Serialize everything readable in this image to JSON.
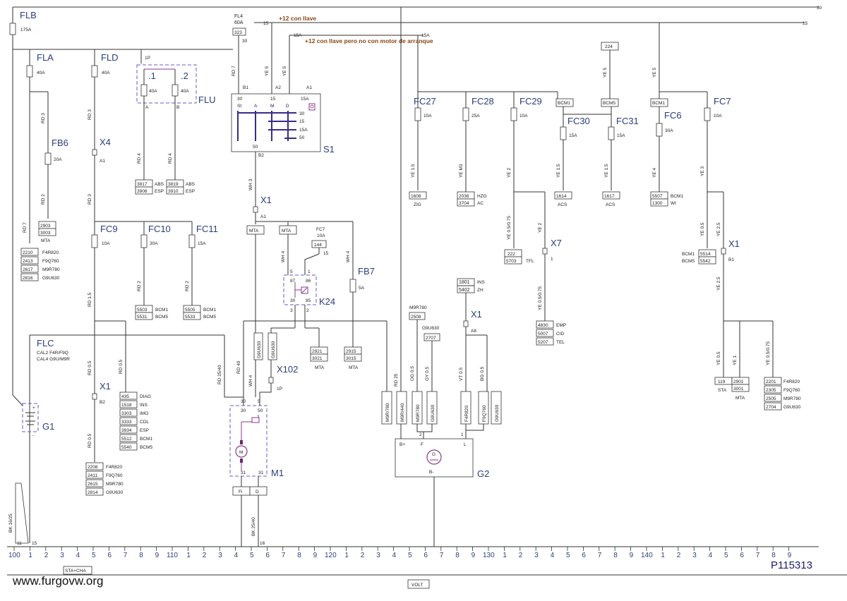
{
  "diagram_id": "P115313",
  "website": "www.furgovw.org",
  "bottom_tags": {
    "left": "STA+CHA",
    "center": "VOLT"
  },
  "rails": {
    "r30": "30",
    "r15": "15",
    "r15_left": "15",
    "r15a_left": "15A",
    "r15a_right": "15A"
  },
  "notes": {
    "n12_key": "+12 con llave",
    "n12_key_no_start": "+12 con llave pero no con motor de arranque"
  },
  "fuses": {
    "flb": {
      "name": "FLB",
      "rating": "175A"
    },
    "fla": {
      "name": "FLA",
      "rating": "40A"
    },
    "fld": {
      "name": "FLD",
      "rating": "40A"
    },
    "flu": {
      "name": "FLU",
      "f1": ".1",
      "f2": ".2",
      "r1": "40A",
      "r2": "40A",
      "a": "A",
      "b": "B",
      "pin": "1P"
    },
    "fl4": {
      "name": "FL4",
      "rating": "60A",
      "box": "323",
      "pin": "30"
    },
    "fb6": {
      "name": "FB6",
      "rating": "20A"
    },
    "fc9": {
      "name": "FC9",
      "rating": "10A"
    },
    "fc10": {
      "name": "FC10",
      "rating": "30A"
    },
    "fc11": {
      "name": "FC11",
      "rating": "15A"
    },
    "fc7_small": {
      "name": "FC7",
      "rating": "10A",
      "box": "144",
      "pin": "15"
    },
    "fb7": {
      "name": "FB7",
      "rating": "5A"
    },
    "fc27": {
      "name": "FC27",
      "rating": "10A"
    },
    "fc28": {
      "name": "FC28",
      "rating": "25A"
    },
    "fc29": {
      "name": "FC29",
      "rating": "10A"
    },
    "fc30": {
      "name": "FC30",
      "rating": "15A"
    },
    "fc31": {
      "name": "FC31",
      "rating": "15A"
    },
    "fc6": {
      "name": "FC6",
      "rating": "30A"
    },
    "fc7": {
      "name": "FC7",
      "rating": "10A"
    },
    "flc": {
      "name": "FLC",
      "l1": "CAL2  F4R/F9Q",
      "l2": "CAL4  G9U/M9R"
    }
  },
  "wires": {
    "rd7a": "RD 7",
    "rd3a": "RD 3",
    "rd2a": "RD 2",
    "rd3b": "RD 3",
    "rd3c": "RD 3",
    "rd4a": "RD 4",
    "rd4b": "RD 4",
    "rd7b": "RD 7",
    "ye5a": "YE 5",
    "ye5b": "YE 5",
    "wh3": "WH 3",
    "rd15": "RD 1.5",
    "rd2b": "RD 2",
    "rd2c": "RD 2",
    "rd05a": "RD 0.5",
    "rd05b": "RD 0.5",
    "rd05c": "RD 0.5",
    "rd2540": "RD 25/40",
    "rd40": "RD 40",
    "wh4a": "WH 4",
    "wh4b": "WH 4",
    "wh4c": "WH 4",
    "bk2540": "BK 25/40",
    "bk1625": "BK 16/25",
    "rd25": "RD 25",
    "or05": "OG 0.5",
    "gy05": "GY 0.5",
    "vt05": "VT 0.5",
    "bg05": "BG 0.5",
    "ye15a": "YE 1.5",
    "ye15b": "YE 1.5",
    "ye15c": "YE 1.5",
    "ye15d": "YE 1.5",
    "yem3": "YE M3",
    "ye2a": "YE 2",
    "ye2b": "YE 2",
    "ye05075": "YE 0.5/0.75",
    "ye050752": "YE 0.5/0.75",
    "ye5c": "YE 5",
    "ye5d": "YE 5",
    "ye4": "YE 4",
    "ye3": "YE 3",
    "ye05a": "YE 0.5",
    "ye25a": "YE 2.5",
    "ye25b": "YE 2.5",
    "ye05b": "YE 0.5",
    "ye1": "YE 1",
    "ye050753": "YE 0.5/0.75"
  },
  "connectors": {
    "x4": {
      "name": "X4",
      "pin": "A1"
    },
    "x1a": {
      "name": "X1",
      "pin": "A1"
    },
    "x1b": {
      "name": "X1",
      "pin": "B2"
    },
    "x1c": {
      "name": "X1",
      "pin": "A8"
    },
    "x1d": {
      "name": "X1",
      "pin": "B1"
    },
    "x7": {
      "name": "X7",
      "pin": "1"
    },
    "x102": {
      "name": "X102",
      "pin": "1P"
    }
  },
  "components": {
    "s1": {
      "name": "S1",
      "t30": "30",
      "t15": "15",
      "t15a": "15A",
      "ta2": "A2",
      "ta1": "A1",
      "tb1": "B1",
      "tb2": "B2",
      "st": "St",
      "a": "A",
      "m": "M",
      "d": "D",
      "r30": "30",
      "r15": "15",
      "r15a": "15A",
      "r50": "50",
      "t50": "50"
    },
    "k24": {
      "name": "K24",
      "p5": "5",
      "p1": "1",
      "p87": "87",
      "p86": "86",
      "p30": "30",
      "p85": "85",
      "p3": "3",
      "p2": "2"
    },
    "m1": {
      "name": "M1",
      "t30a": "30",
      "t30b": "30",
      "t50": "50",
      "t31a": "31",
      "t31b": "31",
      "t5": "5",
      "fi": "Fi",
      "d": "D",
      "motor": "M"
    },
    "g1": {
      "name": "G1",
      "plus": "+",
      "minus": "-"
    },
    "g2": {
      "name": "G2",
      "bplus": "B+",
      "f": "F",
      "l": "L",
      "bminus": "B-",
      "n2": "2",
      "n1": "1",
      "gen": "G"
    },
    "mta1": "MTA",
    "mta2": "MTA"
  },
  "box_groups": {
    "abs1": {
      "codes": [
        "3817",
        "3908"
      ],
      "labels": [
        "ABS",
        "ESP"
      ]
    },
    "abs2": {
      "codes": [
        "3819",
        "3910"
      ],
      "labels": [
        "ABS",
        "ESP"
      ]
    },
    "mta_left": {
      "codes": [
        "2903",
        "3003"
      ],
      "caption": "MTA"
    },
    "engines_left": {
      "codes": [
        "2210",
        "2413",
        "2617",
        "2816"
      ],
      "labels": [
        "F4R820",
        "F9Q760",
        "M9R780",
        "G9U630"
      ]
    },
    "bcm_a": {
      "codes": [
        "5503",
        "5531"
      ],
      "labels": [
        "BCM1",
        "BCM5"
      ]
    },
    "bcm_b": {
      "codes": [
        "5505",
        "5533"
      ],
      "labels": [
        "BCM1",
        "BCM5"
      ]
    },
    "diag": {
      "codes": [
        "435",
        "1518",
        "3303",
        "3333",
        "3934",
        "5512",
        "5540"
      ],
      "labels": [
        "DIAG",
        "INS",
        "IMO",
        "CDL",
        "ESP",
        "BCM1",
        "BCM5"
      ]
    },
    "engines_lower": {
      "codes": [
        "2208",
        "2411",
        "2615",
        "2814"
      ],
      "labels": [
        "F4R820",
        "F9Q760",
        "M9R780",
        "G9U630"
      ]
    },
    "mta_k24": {
      "codes": [
        "2921",
        "3021"
      ],
      "caption": "MTA"
    },
    "mta_fb7": {
      "codes": [
        "2915",
        "3015"
      ],
      "caption": "MTA"
    },
    "zig": {
      "codes": [
        "1608"
      ],
      "caption": "ZIG"
    },
    "hzg": {
      "codes": [
        "2036",
        "3704"
      ],
      "labels": [
        "HZG",
        "AC"
      ]
    },
    "tfl": {
      "codes": [
        "222",
        "5703"
      ],
      "labels": [
        "",
        "TFL"
      ]
    },
    "acs1": {
      "codes": [
        "1614"
      ],
      "caption": "ACS"
    },
    "acs2": {
      "codes": [
        "1617"
      ],
      "caption": "ACS"
    },
    "bcm_w": {
      "codes": [
        "5507",
        "1300"
      ],
      "labels": [
        "BCM1",
        "WI"
      ]
    },
    "bcm_r": {
      "codes": [
        "5514",
        "5542"
      ],
      "labels": [
        "BCM1",
        "BCM5"
      ]
    },
    "ins_zh": {
      "codes": [
        "1801",
        "5402"
      ],
      "labels": [
        "INS",
        "ZH"
      ]
    },
    "m9r": {
      "codes": [
        "2508"
      ],
      "caption": "M9R780"
    },
    "g9u": {
      "codes": [
        "2707"
      ],
      "caption": "G9U630"
    },
    "emp": {
      "codes": [
        "4830",
        "5007",
        "5207"
      ],
      "labels": [
        "EMP",
        "CID",
        "TEL"
      ]
    },
    "sta": {
      "codes": [
        "119"
      ],
      "caption": "STA"
    },
    "mta_right": {
      "codes": [
        "2901",
        "3001"
      ],
      "caption": "MTA"
    },
    "engines_right": {
      "codes": [
        "2201",
        "2305",
        "2505",
        "2704"
      ],
      "labels": [
        "F4R820",
        "F9Q760",
        "M9R780",
        "G9U630"
      ]
    },
    "box224": {
      "codes": [
        "224"
      ]
    },
    "bcm1_top": {
      "codes": [
        "BCM1"
      ]
    },
    "bcm5_top": {
      "codes": [
        "BCM5"
      ]
    },
    "bcm1_top2": {
      "codes": [
        "BCM1"
      ]
    }
  },
  "plug_codes": {
    "rd25": "M9R/780",
    "or05a": "M9R/440",
    "m9r780": "M9R780",
    "g9u630a": "G9U630",
    "f4r820": "F4R820",
    "f9q760": "F9Q760",
    "g9u630b": "G9U630",
    "m1a": "G9U630",
    "m1b": "G9U630",
    "mta_a": "MTA",
    "mta_b": "MTA"
  },
  "ruler": {
    "marks": [
      "100",
      "1",
      "2",
      "3",
      "4",
      "5",
      "6",
      "7",
      "8",
      "9",
      "110",
      "1",
      "2",
      "3",
      "4",
      "5",
      "6",
      "7",
      "8",
      "9",
      "120",
      "1",
      "2",
      "3",
      "4",
      "5",
      "6",
      "7",
      "8",
      "9",
      "130",
      "1",
      "2",
      "3",
      "4",
      "5",
      "6",
      "7",
      "8",
      "9",
      "140",
      "1",
      "2",
      "3",
      "4",
      "5",
      "6",
      "7",
      "8",
      "9"
    ],
    "ground_pins": {
      "p11": "11",
      "p15": "15",
      "p16": "16"
    }
  }
}
